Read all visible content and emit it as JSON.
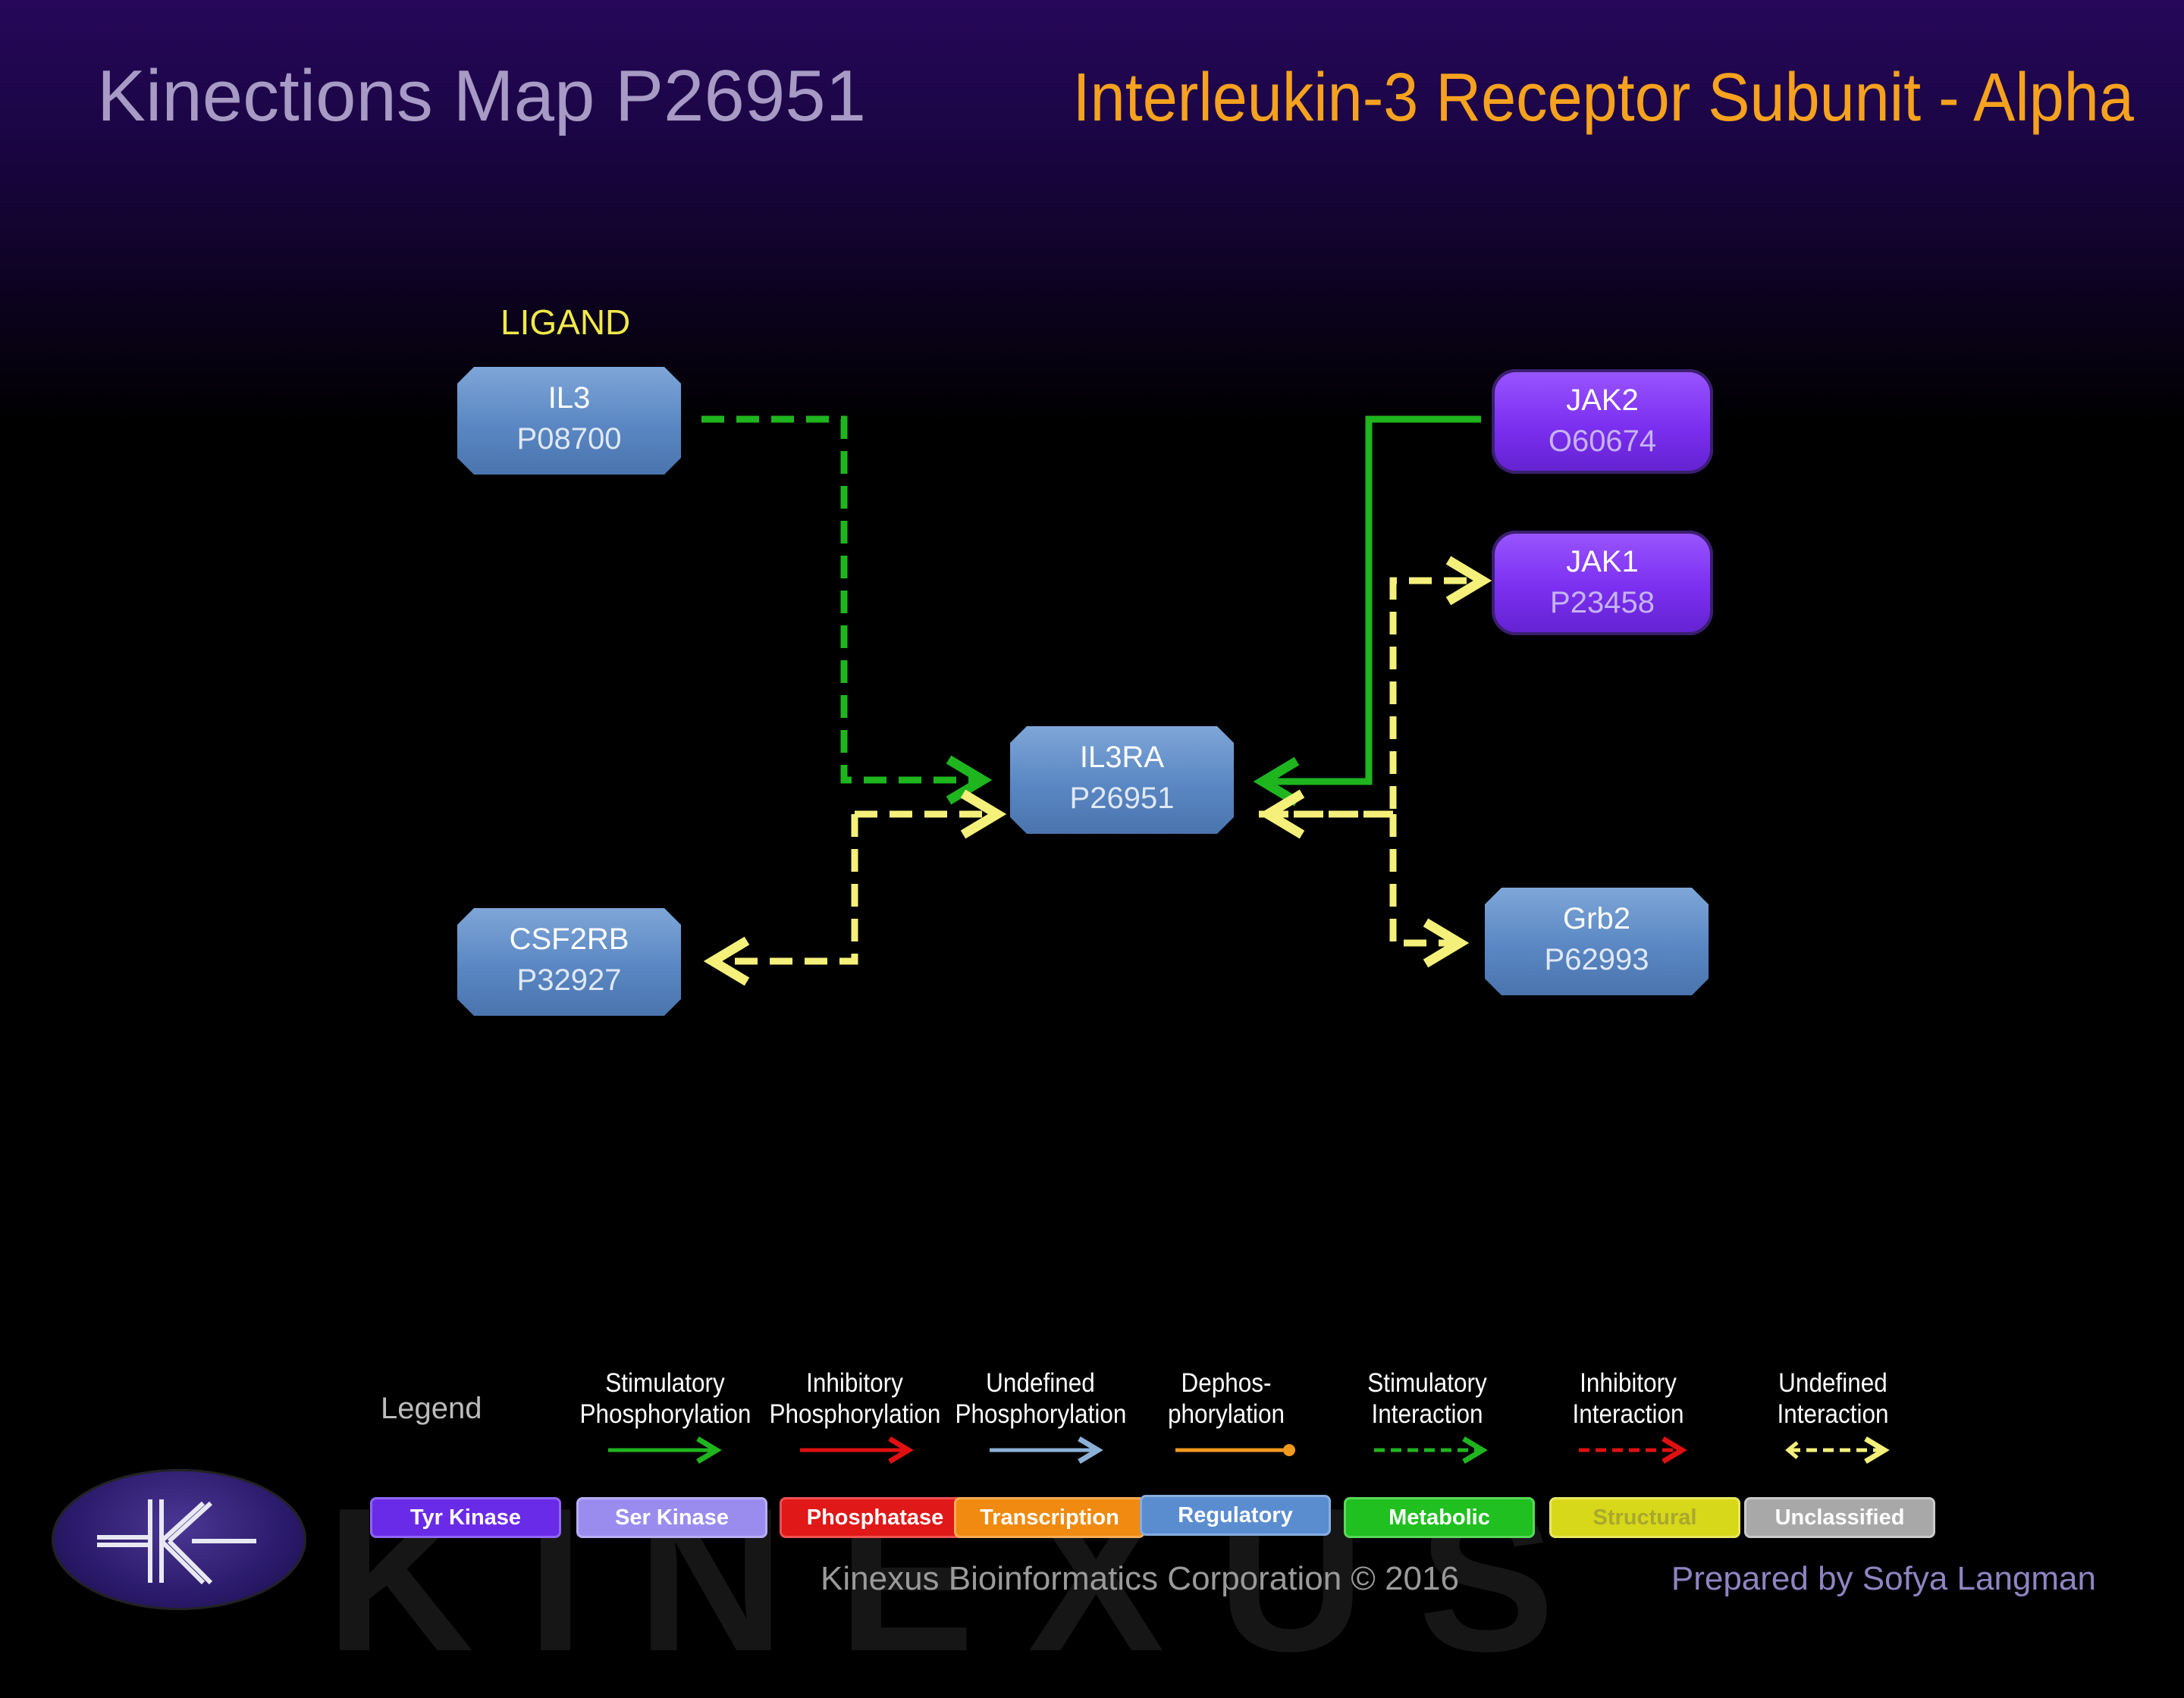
{
  "header": {
    "title": "Kinections Map P26951",
    "subtitle": "Interleukin-3 Receptor Subunit - Alpha"
  },
  "ligand_label": "LIGAND",
  "nodes": {
    "il3": {
      "name": "IL3",
      "id": "P08700",
      "category": "Regulatory"
    },
    "csf2rb": {
      "name": "CSF2RB",
      "id": "P32927",
      "category": "Regulatory"
    },
    "il3ra": {
      "name": "IL3RA",
      "id": "P26951",
      "category": "Regulatory"
    },
    "jak2": {
      "name": "JAK2",
      "id": "O60674",
      "category": "Tyr Kinase"
    },
    "jak1": {
      "name": "JAK1",
      "id": "P23458",
      "category": "Tyr Kinase"
    },
    "grb2": {
      "name": "Grb2",
      "id": "P62993",
      "category": "Regulatory"
    }
  },
  "edges": [
    {
      "from": "IL3",
      "to": "IL3RA",
      "type": "Stimulatory Interaction"
    },
    {
      "from": "JAK2",
      "to": "IL3RA",
      "type": "Stimulatory Phosphorylation"
    },
    {
      "from": "IL3RA",
      "to": "JAK1",
      "type": "Undefined Interaction"
    },
    {
      "from": "IL3RA",
      "to": "Grb2",
      "type": "Undefined Interaction"
    },
    {
      "from": "IL3RA",
      "to": "CSF2RB",
      "type": "Undefined Interaction"
    }
  ],
  "legend": {
    "title": "Legend",
    "arrows": [
      {
        "label": "Stimulatory Phosphorylation",
        "color": "#1fb51f"
      },
      {
        "label": "Inhibitory Phosphorylation",
        "color": "#e01010"
      },
      {
        "label": "Undefined Phosphorylation",
        "color": "#8cb0d8"
      },
      {
        "label": "Dephos- phorylation",
        "color": "#f29a1e"
      },
      {
        "label": "Stimulatory Interaction",
        "color": "#1fb51f"
      },
      {
        "label": "Inhibitory Interaction",
        "color": "#e01010"
      },
      {
        "label": "Undefined Interaction",
        "color": "#f5f07a"
      }
    ],
    "categories": [
      {
        "label": "Tyr Kinase",
        "color": "#6a2be8"
      },
      {
        "label": "Ser Kinase",
        "color": "#9a8cef"
      },
      {
        "label": "Phosphatase",
        "color": "#e01818"
      },
      {
        "label": "Transcription",
        "color": "#f08a10"
      },
      {
        "label": "Regulatory",
        "color": "#5a8cd0"
      },
      {
        "label": "Metabolic",
        "color": "#1fc01f"
      },
      {
        "label": "Structural",
        "color": "#d8d81a"
      },
      {
        "label": "Unclassified",
        "color": "#a8a8a8"
      }
    ]
  },
  "footer": {
    "company": "Kinexus Bioinformatics Corporation © 2016",
    "prepared": "Prepared by  Sofya Langman",
    "watermark": "KINEXUS"
  }
}
